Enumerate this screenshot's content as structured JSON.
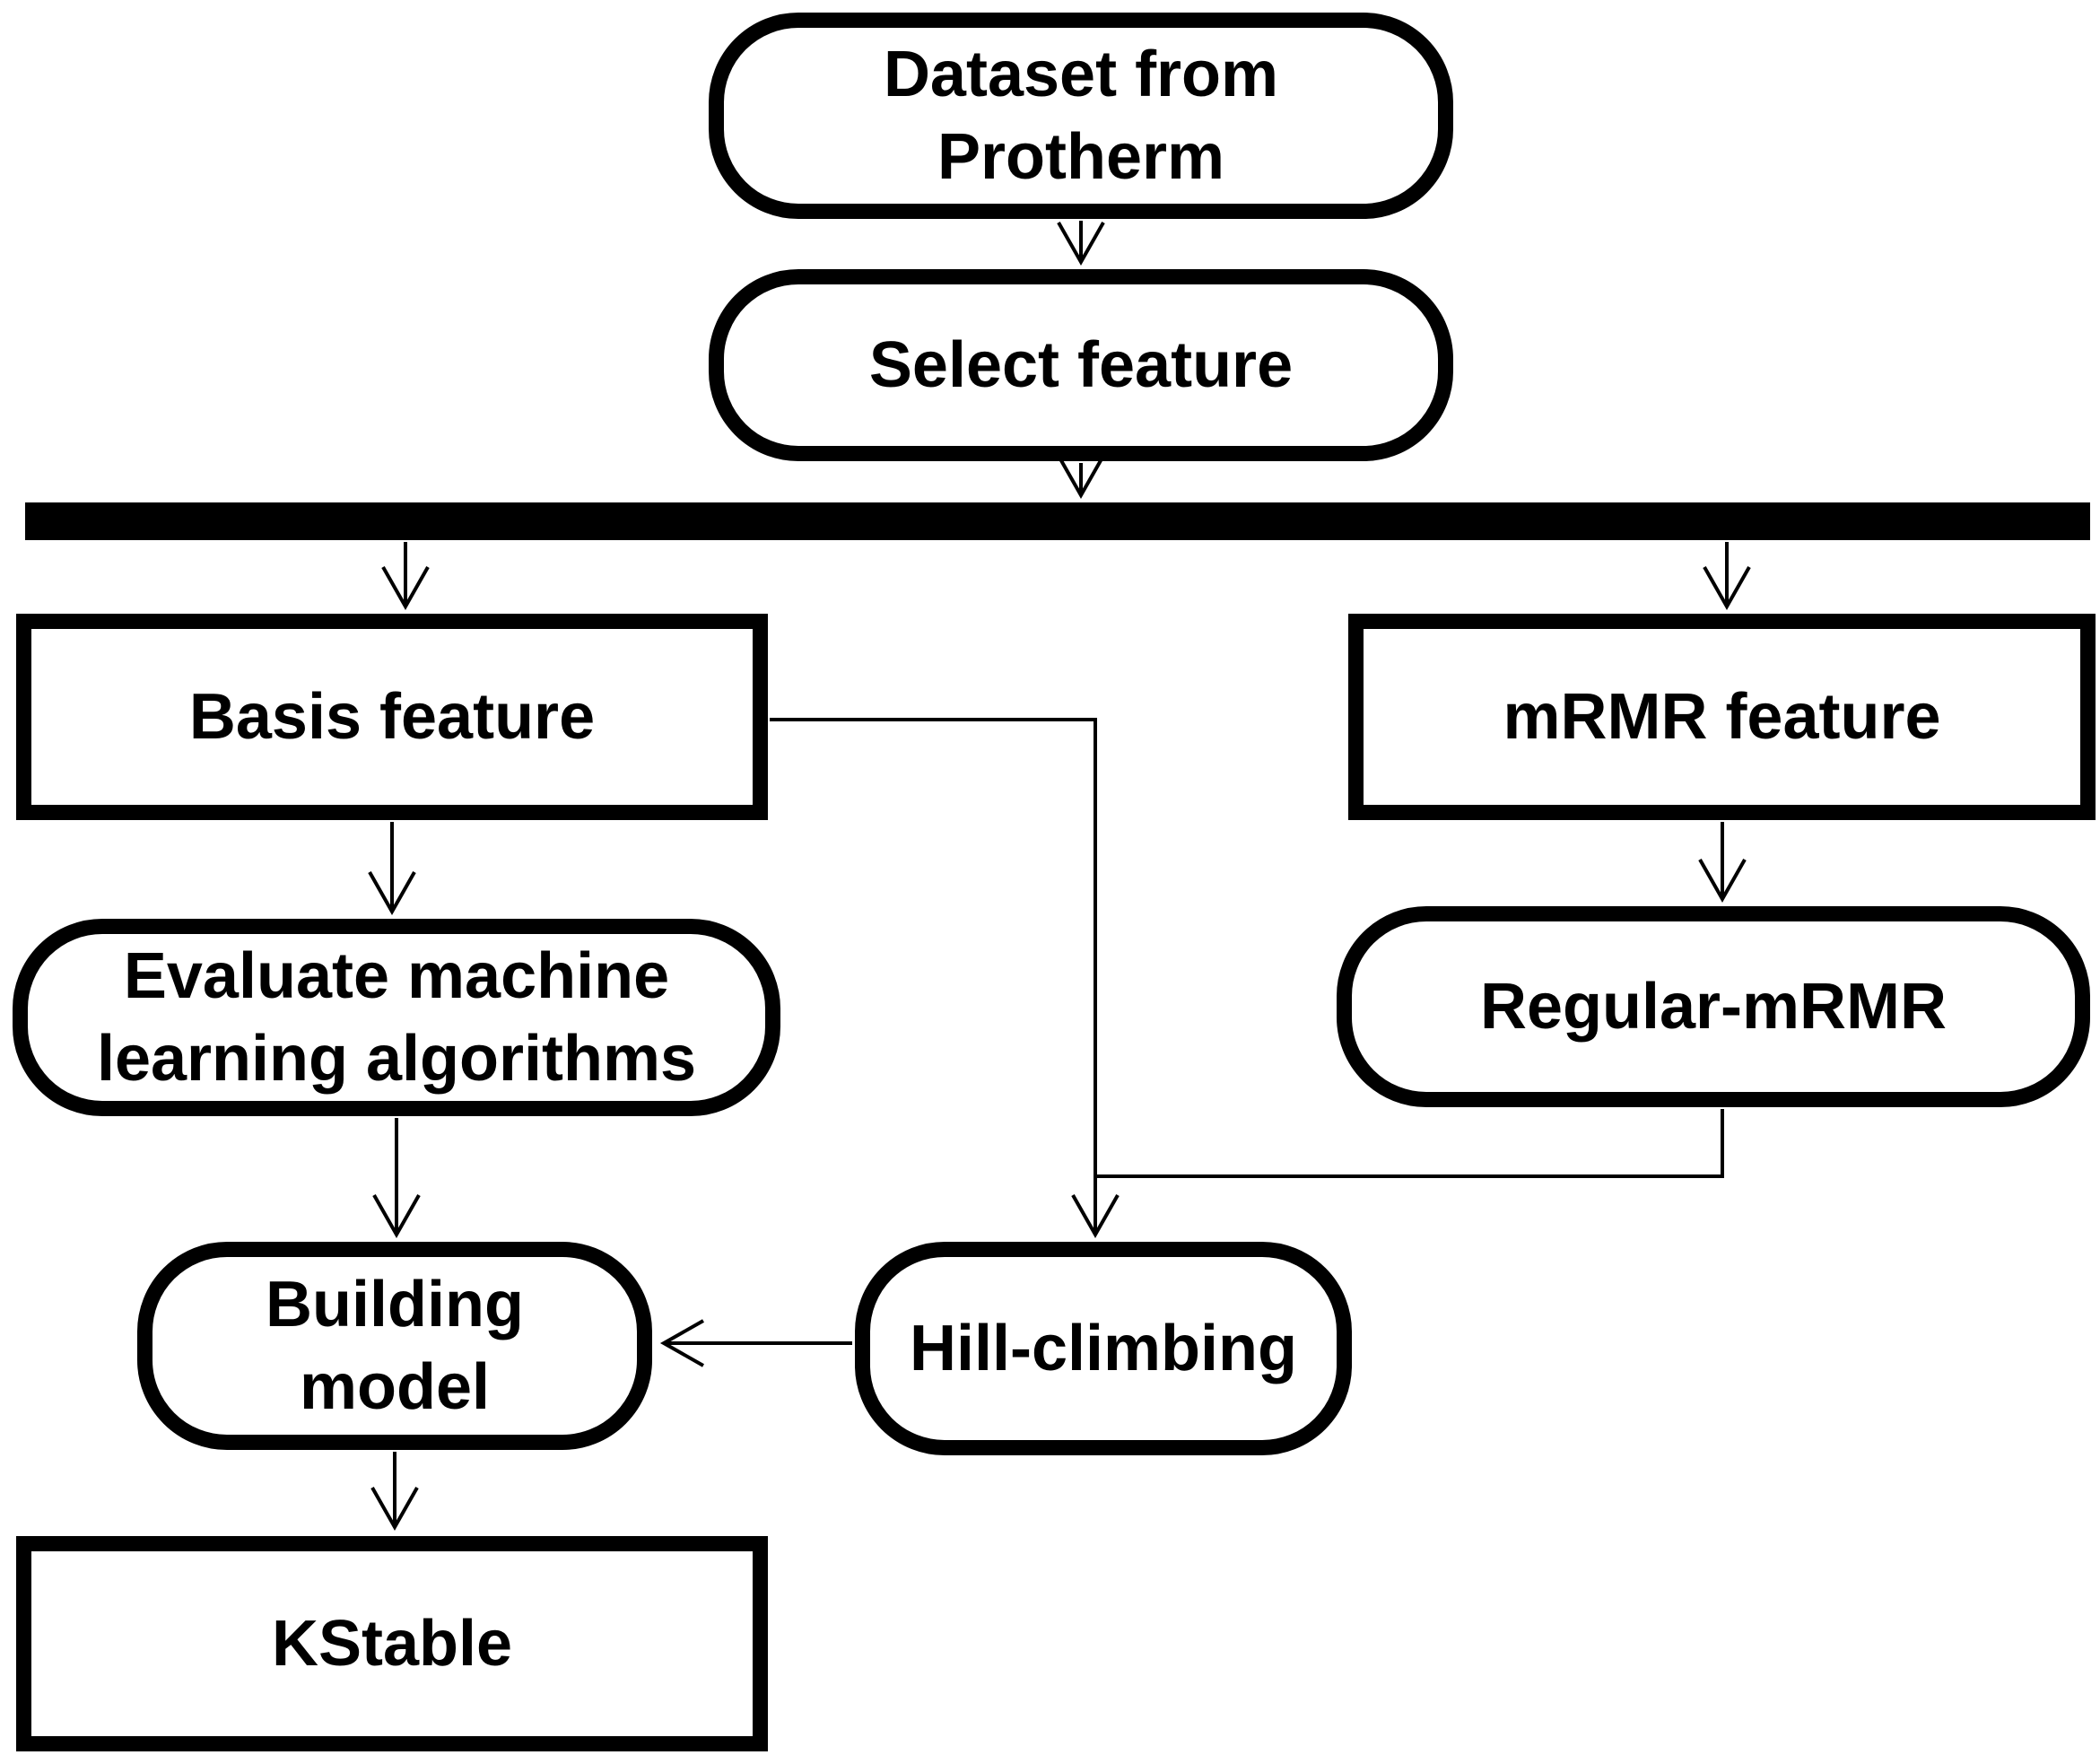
{
  "diagram": {
    "type": "flowchart",
    "background_color": "#ffffff",
    "stroke_color": "#000000",
    "text_color": "#000000",
    "nodes": {
      "dataset": {
        "label": "Dataset from\nProtherm",
        "shape": "stadium"
      },
      "select": {
        "label": "Select feature",
        "shape": "stadium"
      },
      "fork_bar": {
        "label": "",
        "shape": "bar"
      },
      "basis": {
        "label": "Basis feature",
        "shape": "rect"
      },
      "mrmr": {
        "label": "mRMR feature",
        "shape": "rect"
      },
      "evaluate": {
        "label": "Evaluate machine\nlearning algorithms",
        "shape": "stadium"
      },
      "regular": {
        "label": "Regular-mRMR",
        "shape": "stadium"
      },
      "building": {
        "label": "Building\nmodel",
        "shape": "stadium"
      },
      "hill": {
        "label": "Hill-climbing",
        "shape": "stadium"
      },
      "kstable": {
        "label": "KStable",
        "shape": "rect"
      }
    },
    "edges": [
      {
        "from": "dataset",
        "to": "select",
        "arrow": true
      },
      {
        "from": "select",
        "to": "fork_bar",
        "arrow": true
      },
      {
        "from": "fork_bar",
        "to": "basis",
        "arrow": true
      },
      {
        "from": "fork_bar",
        "to": "mrmr",
        "arrow": true
      },
      {
        "from": "basis",
        "to": "evaluate",
        "arrow": true
      },
      {
        "from": "mrmr",
        "to": "regular",
        "arrow": true
      },
      {
        "from": "evaluate",
        "to": "building",
        "arrow": true
      },
      {
        "from": "basis",
        "to": "hill",
        "arrow": true
      },
      {
        "from": "regular",
        "to": "hill",
        "arrow": false
      },
      {
        "from": "hill",
        "to": "building",
        "arrow": true
      },
      {
        "from": "building",
        "to": "kstable",
        "arrow": true
      }
    ]
  }
}
